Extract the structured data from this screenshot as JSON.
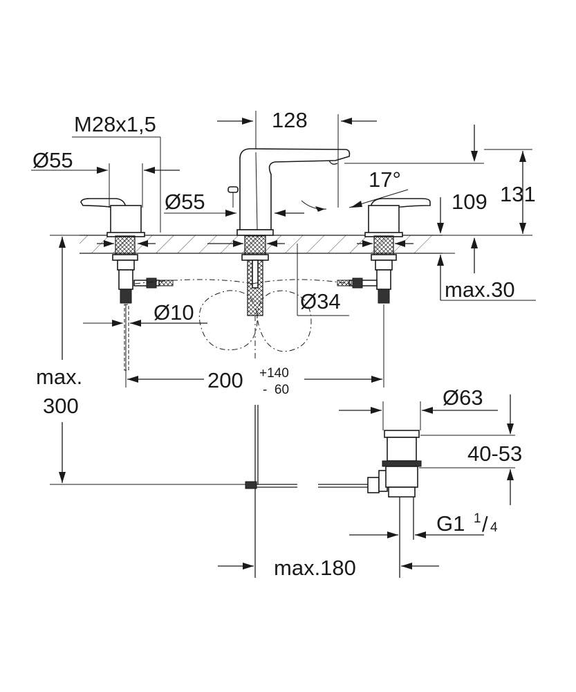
{
  "labels": {
    "thread": "M28x1,5",
    "dia55_left": "Ø55",
    "spout_reach": "128",
    "angle": "17°",
    "dia55_mid": "Ø55",
    "height_109": "109",
    "height_131": "131",
    "max30": "max.30",
    "dia34": "Ø34",
    "dia10": "Ø10",
    "spread_main": "200",
    "spread_plus": "+140",
    "spread_minus": "-  60",
    "max300_a": "max.",
    "max300_b": "300",
    "dia63": "Ø63",
    "range_40_53": "40-53",
    "g_thread": "G1",
    "g_num": "1",
    "g_slash": "/",
    "g_den": "4",
    "max180": "max.180"
  }
}
